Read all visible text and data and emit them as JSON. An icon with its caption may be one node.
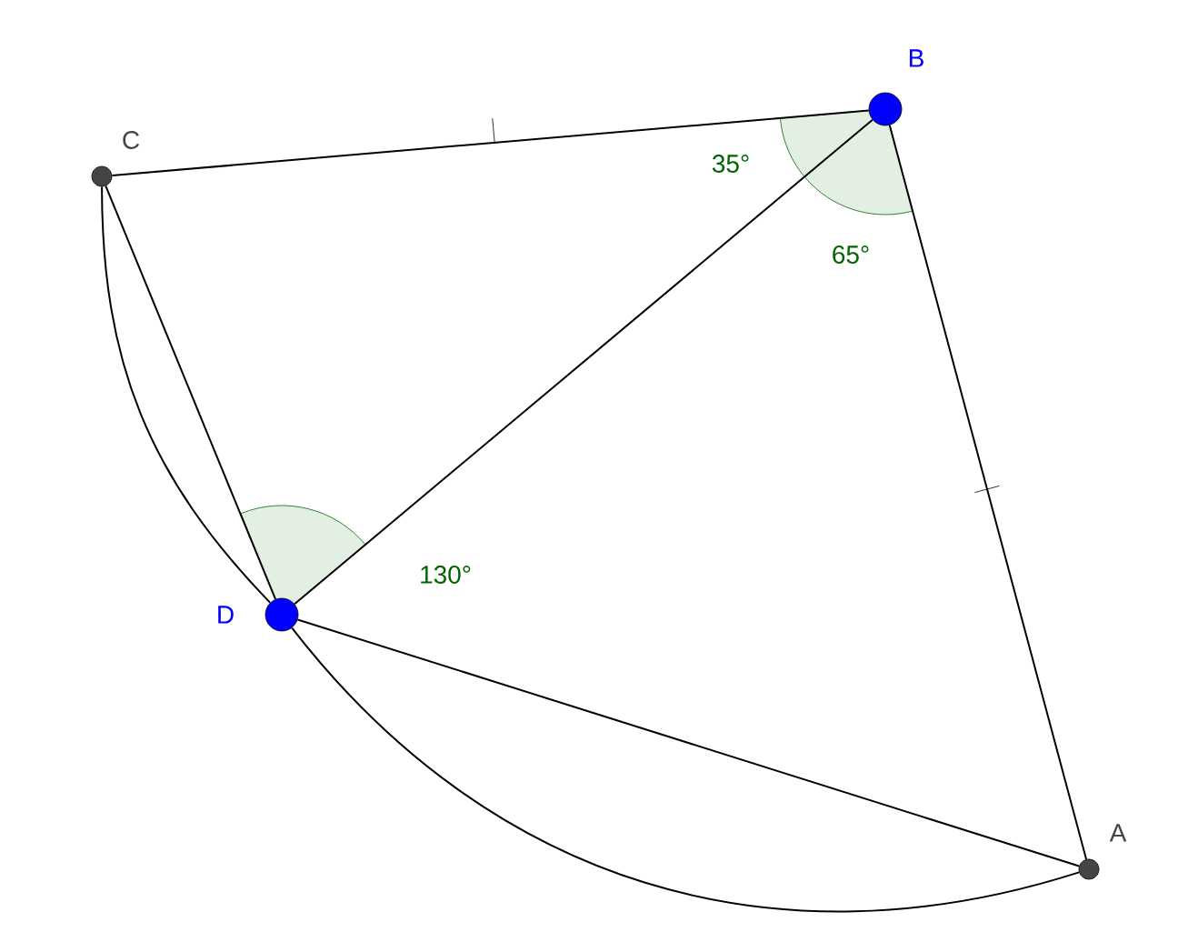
{
  "diagram": {
    "nodes": [
      {
        "text": [],
        "shape": "circle",
        "beside": [
          "C"
        ]
      },
      {
        "text": [],
        "shape": "circle",
        "beside": [
          "B"
        ]
      },
      {
        "text": [],
        "shape": "circle",
        "beside": [
          "D"
        ]
      },
      {
        "text": [],
        "shape": "circle",
        "beside": [
          "A"
        ]
      }
    ],
    "edges": [
      {
        "from": 0,
        "to": 1,
        "arrow": "none"
      },
      {
        "from": 1,
        "to": 3,
        "arrow": "none"
      },
      {
        "from": 1,
        "to": 2,
        "arrow": "none"
      },
      {
        "from": 0,
        "to": 2,
        "arrow": "none"
      },
      {
        "from": 0,
        "to": 2,
        "arrow": "none"
      },
      {
        "from": 2,
        "to": 3,
        "arrow": "none"
      },
      {
        "from": 2,
        "to": 3,
        "arrow": "none"
      }
    ],
    "labels": [
      "35°",
      "65°",
      "130°"
    ]
  }
}
